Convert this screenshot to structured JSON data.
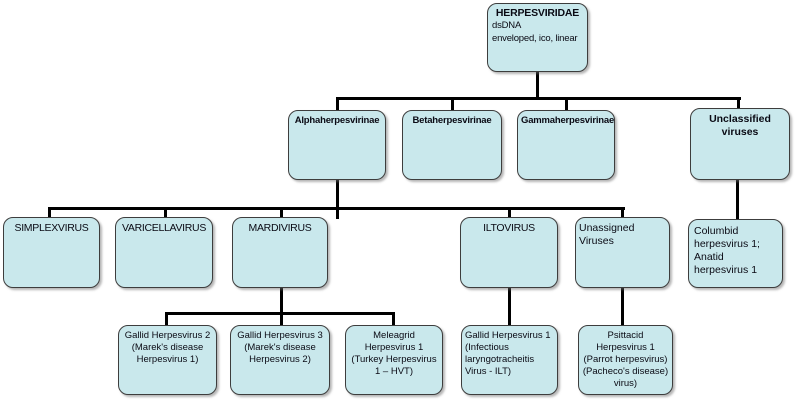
{
  "nodes": {
    "root": {
      "title": "HERPESVIRIDAE",
      "body": "dsDNA\nenveloped, ico, linear"
    },
    "alpha": {
      "label": "Alphaherpesvirinae"
    },
    "beta": {
      "label": "Betaherpesvirinae"
    },
    "gamma": {
      "label": "Gammaherpesvirinae"
    },
    "unclassified": {
      "label": "Unclassified\nviruses"
    },
    "simplex": {
      "label": "SIMPLEXVIRUS"
    },
    "varicella": {
      "label": "VARICELLAVIRUS"
    },
    "mardi": {
      "label": "MARDIVIRUS"
    },
    "ilto": {
      "label": "ILTOVIRUS"
    },
    "unassigned": {
      "label": "Unassigned\nViruses"
    },
    "columbid": {
      "label": "Columbid\nherpesvirus 1;\nAnatid\nherpesvirus 1"
    },
    "gallid2": {
      "label": "Gallid Herpesvirus 2\n(Marek's disease\nHerpesvirus 1)"
    },
    "gallid3": {
      "label": "Gallid Herpesvirus 3\n(Marek's disease\nHerpesvirus 2)"
    },
    "meleagrid": {
      "label": "Meleagrid\nHerpesvirus 1\n(Turkey Herpesvirus\n1 – HVT)"
    },
    "gallid1": {
      "label": "Gallid Herpesvirus 1\n(Infectious\nlaryngotracheitis\nVirus - ILT)"
    },
    "psittacid": {
      "label": "Psittacid\nHerpesvirus 1\n(Parrot herpesvirus)\n(Pacheco's disease)\nvirus)"
    }
  },
  "colors": {
    "node_fill": "#c9e8ec",
    "node_border": "#3d3d3d",
    "connector": "#000000",
    "background": "#ffffff"
  }
}
